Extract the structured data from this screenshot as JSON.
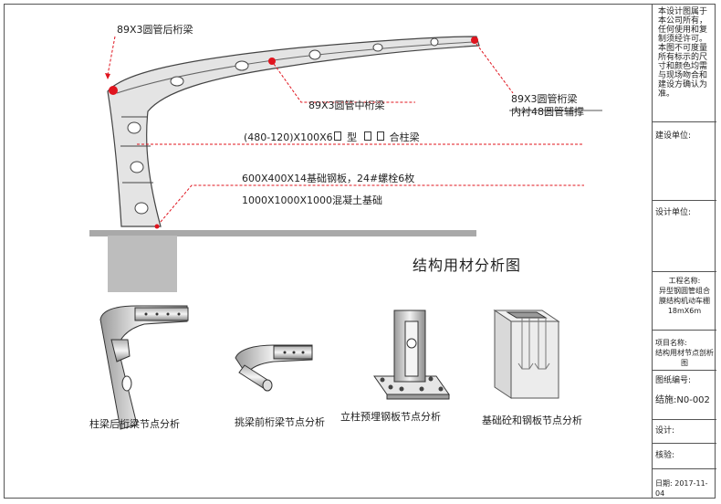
{
  "annotations": {
    "rear_purlin": "89X3圆管后桁梁",
    "mid_purlin": "89X3圆管中桁梁",
    "purlin_line1": "89X3圆管桁梁",
    "purlin_line2": "内衬48圆管辅撑",
    "column": "(480-120)X100X6",
    "column_suffix": "型",
    "column_end": "合柱梁",
    "base_plate": "600X400X14基础钢板，24#螺栓6枚",
    "foundation": "1000X1000X1000混凝土基础"
  },
  "diagram_title": "结构用材分析图",
  "captions": [
    "柱梁后桁梁节点分析",
    "挑梁前桁梁节点分析",
    "立柱预埋钢板节点分析",
    "基础砼和钢板节点分析"
  ],
  "side_panel": {
    "notice": "本设计图属于本公司所有，任何使用和复制须经许可。本图不可度量所有标示的尺寸和颜色均需与现场吻合和建设方确认为准。",
    "client_label": "建设单位:",
    "designer_label": "设计单位:",
    "project_label": "工程名称:",
    "project_name_1": "异型钢圆管组合",
    "project_name_2": "膜结构机动车棚",
    "project_size": "18mX6m",
    "item_label": "项目名称:",
    "item_value": "结构用材节点剖析图",
    "drawing_no_label": "图纸编号:",
    "drawing_no": "结施:N0-002",
    "design_label": "设计:",
    "check_label": "核验:",
    "date_label": "日期:",
    "date": "2017-11-04"
  },
  "colors": {
    "steel": "#d8d8d8",
    "red_marker": "#e0141e",
    "ground": "#a9a9a9"
  }
}
